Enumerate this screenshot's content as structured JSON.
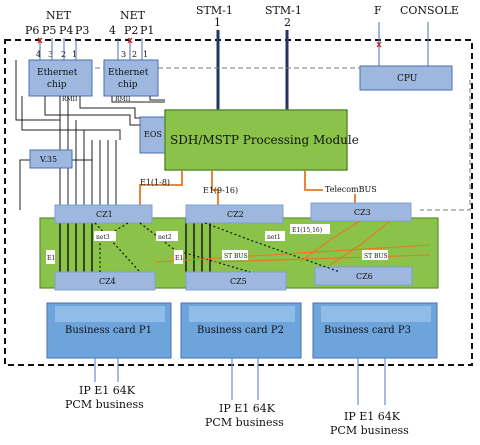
{
  "colors": {
    "box_blue": "#9db7df",
    "box_blue_dark": "#7fa0d0",
    "card_blue": "#6ea4dc",
    "card_inner": "#8fbde8",
    "green": "#8bc34a",
    "green_dark": "#5a8f2e",
    "orange": "#e87722",
    "navy": "#1f3564"
  },
  "top": {
    "net_left": "NET",
    "net_right": "NET",
    "ports_left": [
      "P6",
      "P5",
      "P4",
      "P3"
    ],
    "ports_right": [
      "4",
      "P2",
      "P1"
    ],
    "stm1_a": "STM-1",
    "stm1_a_num": "1",
    "stm1_b": "STM-1",
    "stm1_b_num": "2",
    "f_label": "F",
    "console_label": "CONSOLE",
    "small_left": [
      "4",
      "3",
      "2",
      "1"
    ],
    "small_right": [
      "3",
      "2",
      "1"
    ]
  },
  "boxes": {
    "eth1_line1": "Ethernet",
    "eth1_line2": "chip",
    "eth1_rmii": "RMII",
    "eth2_line1": "Ethernet",
    "eth2_line2": "chip",
    "eth2_rmii": "RMII",
    "cpu": "CPU",
    "eos": "EOS",
    "v35": "V.35",
    "main_module": "SDH/MSTP Processing Module"
  },
  "links": {
    "e1_1_8": "E1(1-8)",
    "e1_9_16": "E1(9-16)",
    "telecombus": "TelecomBUS",
    "net3": "net3",
    "net2": "net2",
    "net1": "net1",
    "e1_15_16": "E1(15,16)",
    "st_bus_a": "ST BUS",
    "st_bus_b": "ST BUS",
    "side_a": "E1",
    "side_b": "E1"
  },
  "connectors": {
    "cz1": "CZ1",
    "cz2": "CZ2",
    "cz3": "CZ3",
    "cz4": "CZ4",
    "cz5": "CZ5",
    "cz6": "CZ6"
  },
  "cards": {
    "p1": "Business card P1",
    "p2": "Business card P2",
    "p3": "Business card P3"
  },
  "bottom": {
    "p1_line1": "IP E1 64K",
    "p1_line2": "PCM business",
    "p2_line1": "IP E1 64K",
    "p2_line2": "PCM business",
    "p3_line1": "IP E1 64K",
    "p3_line2": "PCM business"
  }
}
